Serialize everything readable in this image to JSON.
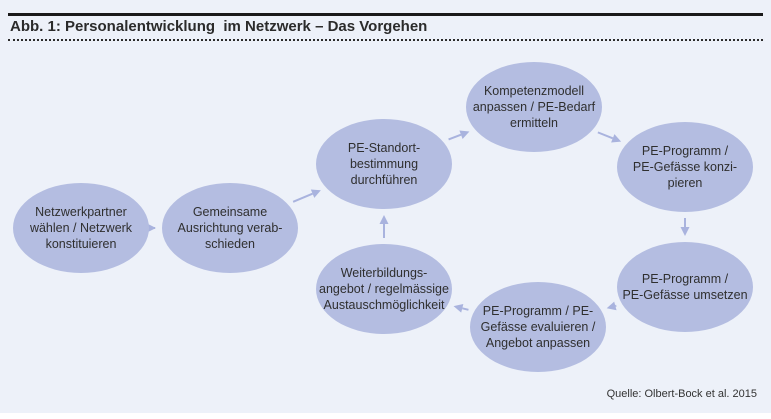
{
  "figure": {
    "title": "Abb. 1: Personalentwicklung  im Netzwerk – Das Vorgehen",
    "source": "Quelle: Olbert-Bock et al. 2015",
    "colors": {
      "background": "#edf1f9",
      "node_fill": "#b4bde1",
      "arrow": "#a9b3de",
      "text": "#2f2f2f"
    }
  },
  "nodes": [
    {
      "id": "n1",
      "lines": [
        "Netzwerkpartner",
        "wählen / Netzwerk",
        "konstituieren"
      ]
    },
    {
      "id": "n2",
      "lines": [
        "Gemeinsame",
        "Ausrichtung verab-",
        "schieden"
      ]
    },
    {
      "id": "n3",
      "lines": [
        "PE-Standort-",
        "bestimmung",
        "durchführen"
      ]
    },
    {
      "id": "n4",
      "lines": [
        "Kompetenzmodell",
        "anpassen / PE-Bedarf",
        "ermitteln"
      ]
    },
    {
      "id": "n5",
      "lines": [
        "PE-Programm /",
        "PE-Gefässe konzi-",
        "pieren"
      ]
    },
    {
      "id": "n6",
      "lines": [
        "PE-Programm /",
        "PE-Gefässe umsetzen"
      ]
    },
    {
      "id": "n7",
      "lines": [
        "PE-Programm / PE-",
        "Gefässe evaluieren /",
        "Angebot anpassen"
      ]
    },
    {
      "id": "n8",
      "lines": [
        "Weiterbildungs-",
        "angebot / regelmässige",
        "Austauschmöglichkeit"
      ]
    }
  ],
  "edges": [
    {
      "from": "n1",
      "to": "n2"
    },
    {
      "from": "n2",
      "to": "n3"
    },
    {
      "from": "n3",
      "to": "n4"
    },
    {
      "from": "n4",
      "to": "n5"
    },
    {
      "from": "n5",
      "to": "n6"
    },
    {
      "from": "n6",
      "to": "n7"
    },
    {
      "from": "n7",
      "to": "n8"
    },
    {
      "from": "n8",
      "to": "n3"
    }
  ]
}
